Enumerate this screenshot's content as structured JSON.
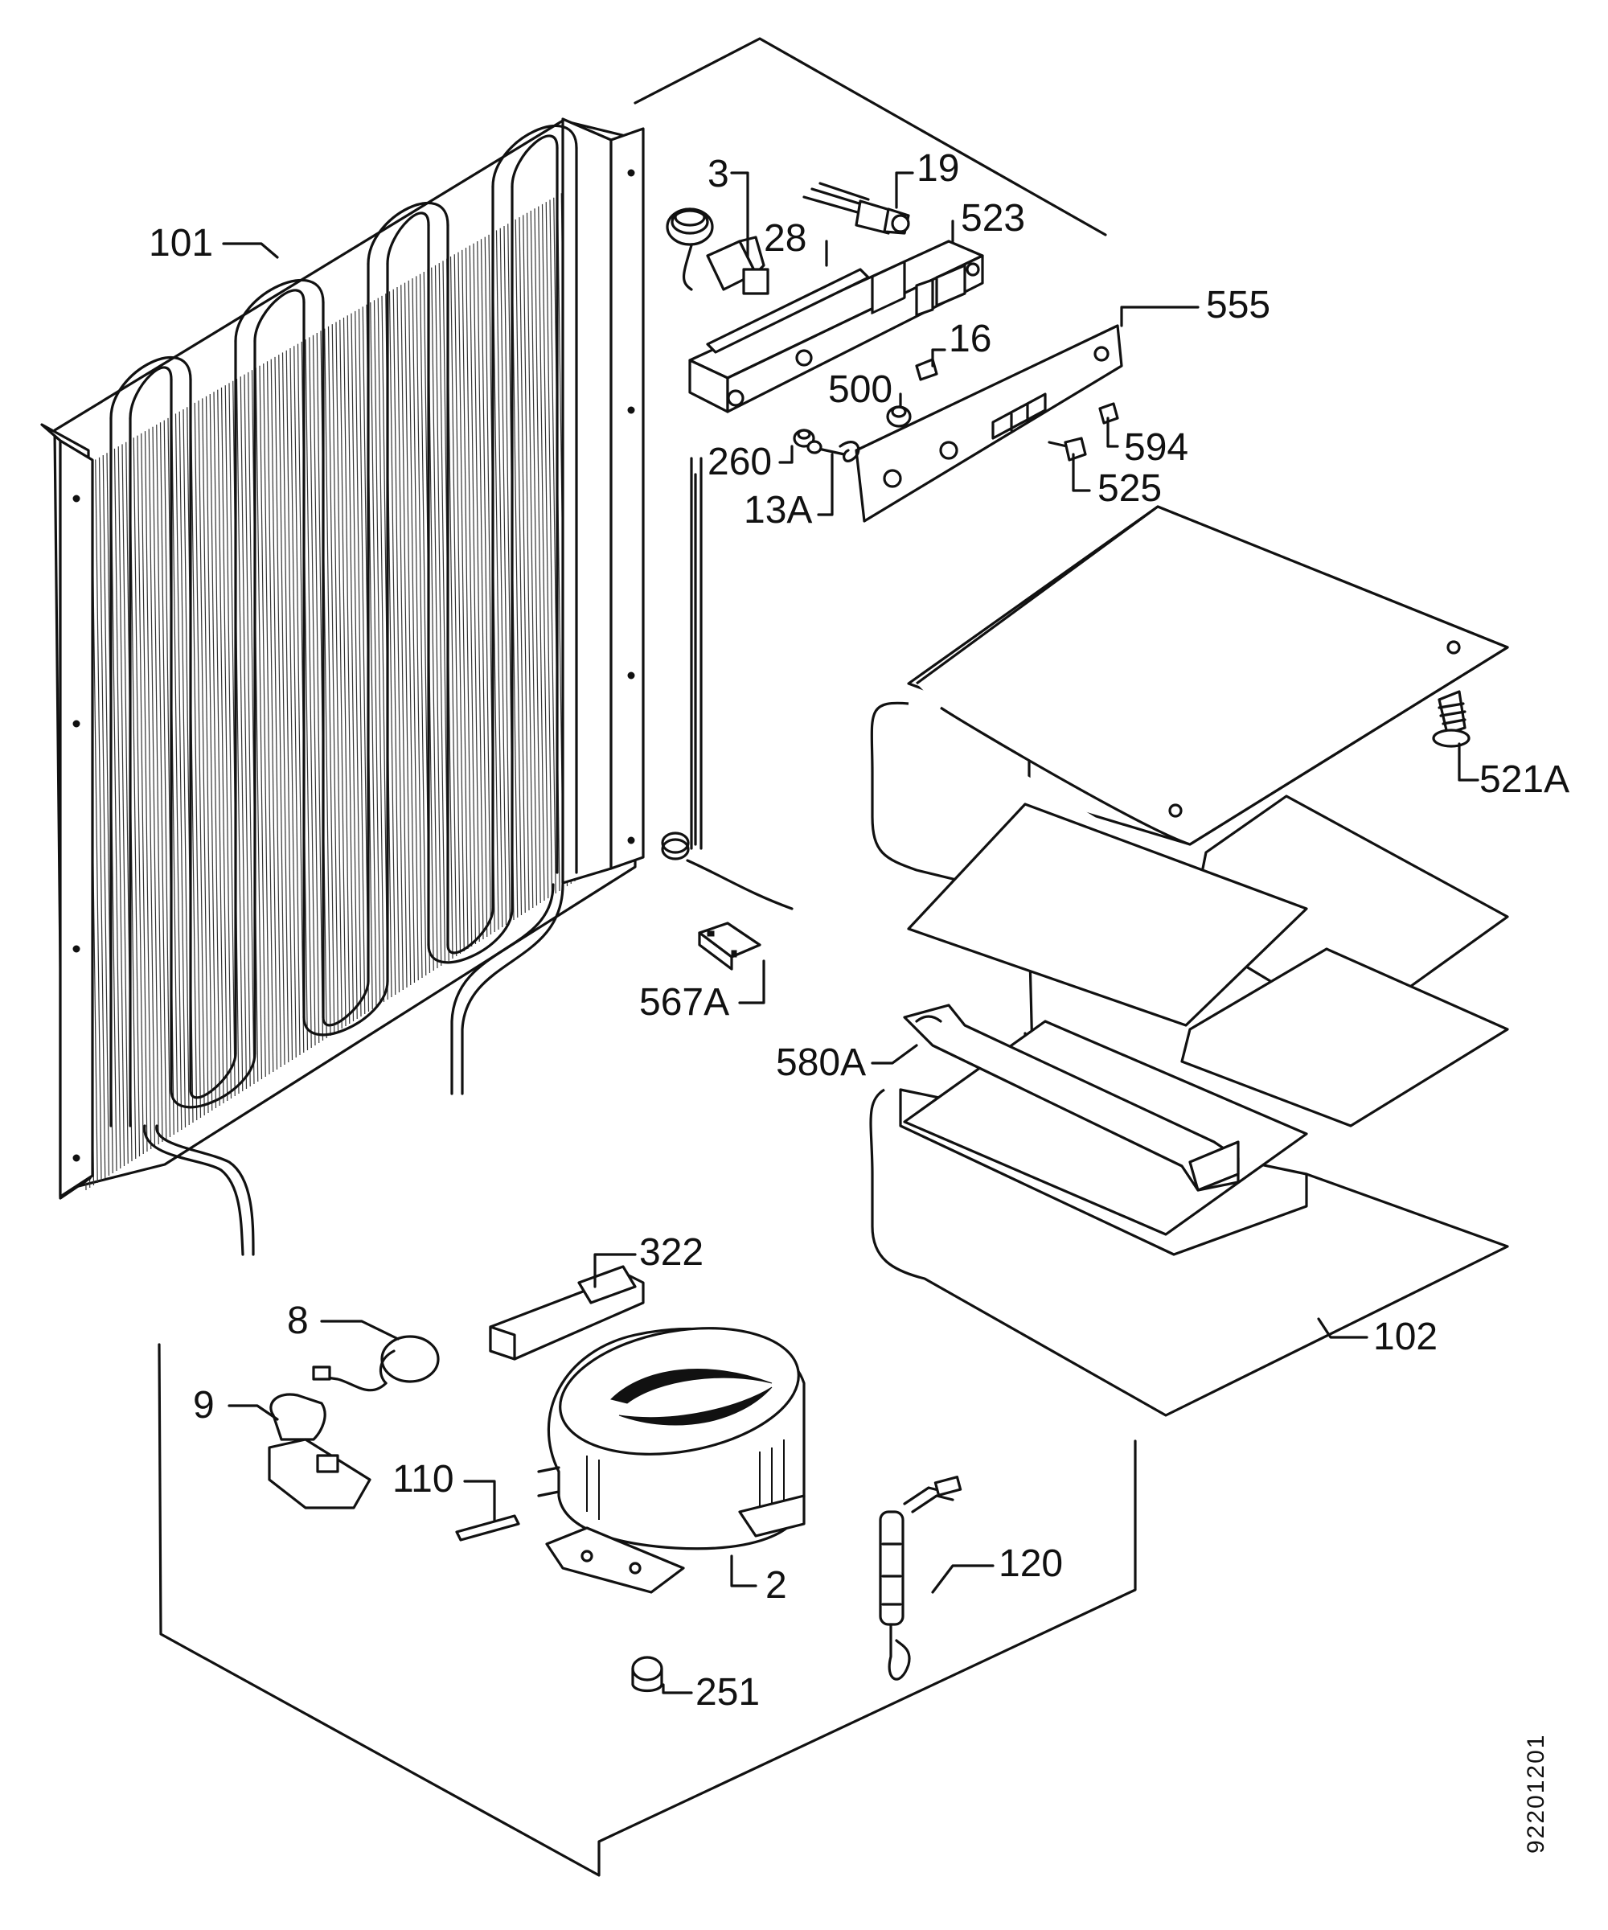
{
  "diagram": {
    "labels": [
      {
        "id": "101",
        "text": "101"
      },
      {
        "id": "3",
        "text": "3"
      },
      {
        "id": "19",
        "text": "19"
      },
      {
        "id": "28",
        "text": "28"
      },
      {
        "id": "523",
        "text": "523"
      },
      {
        "id": "555",
        "text": "555"
      },
      {
        "id": "16",
        "text": "16"
      },
      {
        "id": "500",
        "text": "500"
      },
      {
        "id": "260",
        "text": "260"
      },
      {
        "id": "594",
        "text": "594"
      },
      {
        "id": "13A",
        "text": "13A"
      },
      {
        "id": "525",
        "text": "525"
      },
      {
        "id": "521A",
        "text": "521A"
      },
      {
        "id": "567A",
        "text": "567A"
      },
      {
        "id": "580A",
        "text": "580A"
      },
      {
        "id": "322",
        "text": "322"
      },
      {
        "id": "8",
        "text": "8"
      },
      {
        "id": "9",
        "text": "9"
      },
      {
        "id": "110",
        "text": "110"
      },
      {
        "id": "102",
        "text": "102"
      },
      {
        "id": "120",
        "text": "120"
      },
      {
        "id": "2",
        "text": "2"
      },
      {
        "id": "251",
        "text": "251"
      }
    ],
    "drawing_code": "92201201"
  }
}
